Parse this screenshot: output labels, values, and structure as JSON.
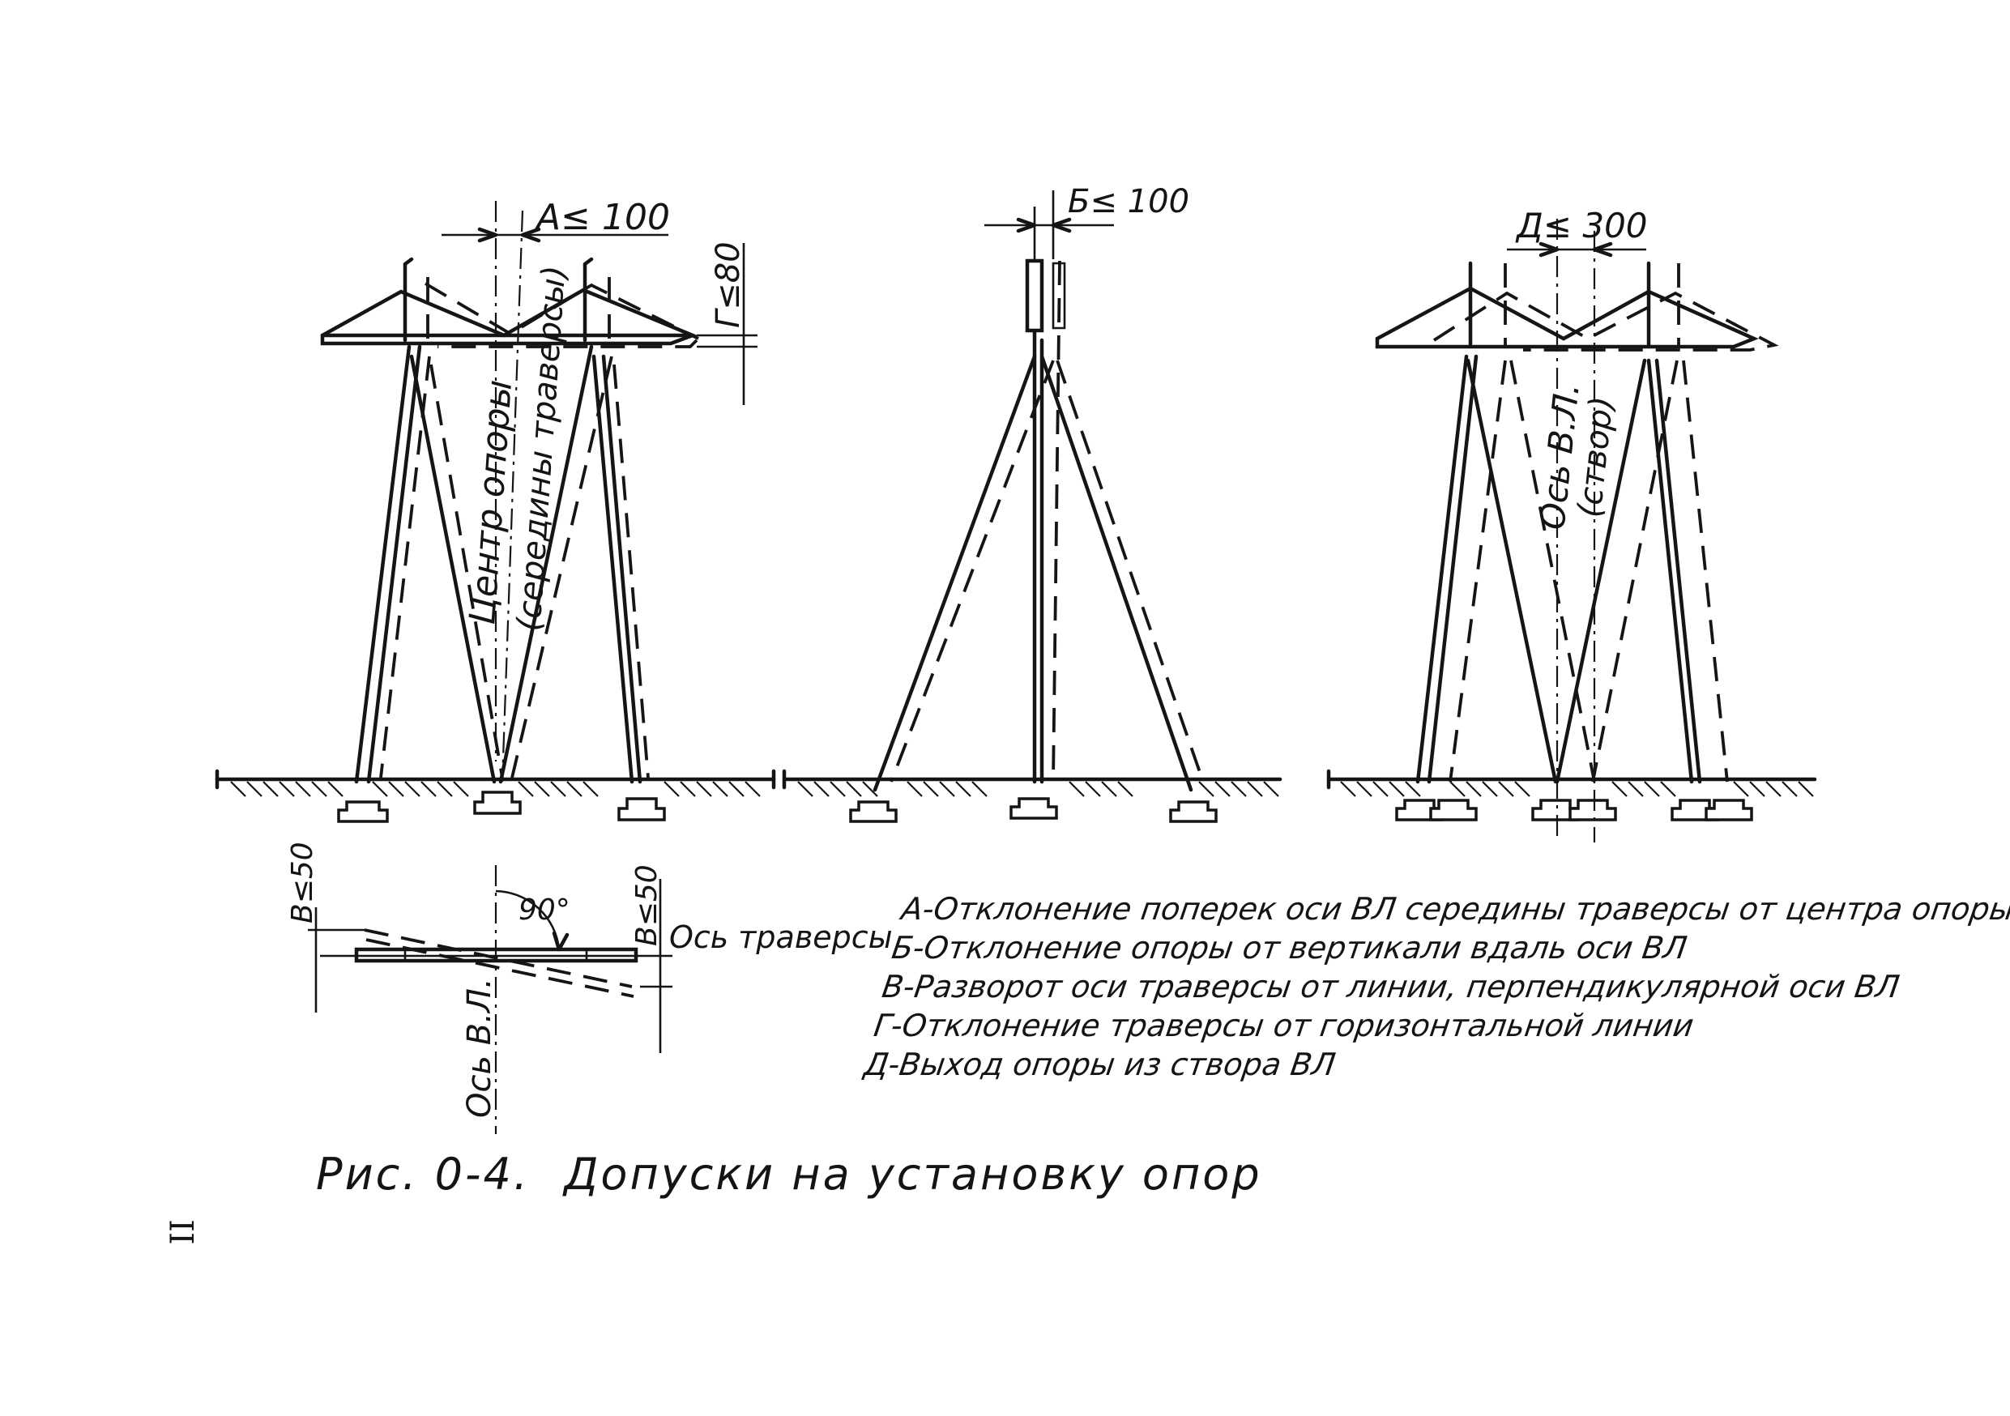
{
  "dimensions": {
    "a": "A≤ 100",
    "b": "Б≤ 100",
    "d": "Д≤ 300",
    "g": "Г≤80",
    "v_left": "В≤50",
    "v_right": "В≤50",
    "angle": "90°"
  },
  "axis_labels": {
    "center_line1": "Центр опоры",
    "center_line2": "(середины траверсы)",
    "vl_axis_line1": "Ось В.Л.",
    "vl_axis_line2": "(створ)",
    "vl_axis_plan": "Ось В.Л.",
    "crossarm_axis": "Ось траверсы"
  },
  "legend": [
    "А-Отклонение поперек оси ВЛ середины траверсы от центра опоры",
    "Б-Отклонение опоры от вертикали вдаль оси ВЛ",
    "В-Разворот оси траверсы от линии, перпендикулярной оси ВЛ",
    "Г-Отклонение траверсы от горизонтальной линии",
    "Д-Выход опоры из створа ВЛ"
  ],
  "caption": {
    "number": "Рис. 0-4.",
    "title": "Допуски на установку опор"
  },
  "page_number": "II"
}
